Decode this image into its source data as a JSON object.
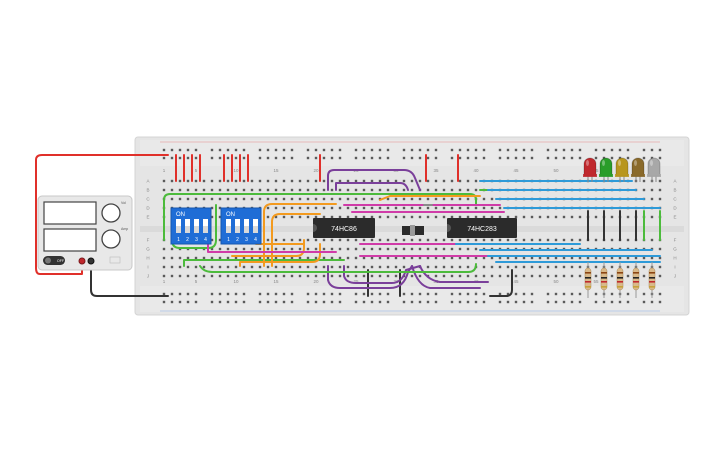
{
  "power_supply": {
    "off_label": "OFF",
    "knob_label_top": "Vol",
    "knob_label_bottom": "Amp"
  },
  "breadboard": {
    "row_labels": [
      "A",
      "B",
      "C",
      "D",
      "E",
      "F",
      "G",
      "H",
      "I",
      "J"
    ],
    "column_numbers": [
      "1",
      "5",
      "10",
      "15",
      "20",
      "25",
      "30",
      "35",
      "40",
      "45",
      "50",
      "55"
    ]
  },
  "components": {
    "dip_switch_label": "ON",
    "dip_switch_positions": [
      "1",
      "2",
      "3",
      "4"
    ],
    "chip_1": "74HC86",
    "chip_2": "74HC283"
  },
  "leds": {
    "colors": [
      "#c0282d",
      "#2a9d2a",
      "#b8961e",
      "#8a6a2a",
      "#a8a8a8"
    ]
  },
  "wire_colors": {
    "red": "#e0302a",
    "black": "#333333",
    "green": "#4cbb3c",
    "orange": "#f39a1e",
    "purple": "#7a3f9a",
    "magenta": "#d03ba8",
    "blue": "#2e9ad8",
    "gray": "#8a8a8a"
  }
}
